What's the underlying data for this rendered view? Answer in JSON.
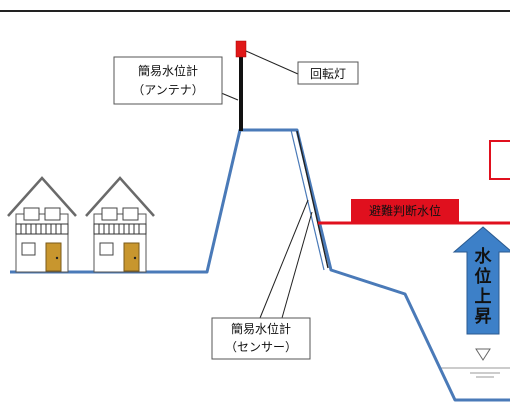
{
  "callouts": {
    "antenna": [
      "簡易水位計",
      "（アンテナ）"
    ],
    "beacon": "回転灯",
    "sensor": [
      "簡易水位計",
      "（センサー）"
    ]
  },
  "evacuation_level": "避難判断水位",
  "rise_arrow": [
    "水",
    "位",
    "上",
    "昇"
  ],
  "colors": {
    "embankment": "#4a7ab8",
    "evac_line": "#e0101e",
    "beacon": "#e01818",
    "arrow_fill": "#3d80c8",
    "door": "#c8962e",
    "roof": "#6a6a6a"
  }
}
